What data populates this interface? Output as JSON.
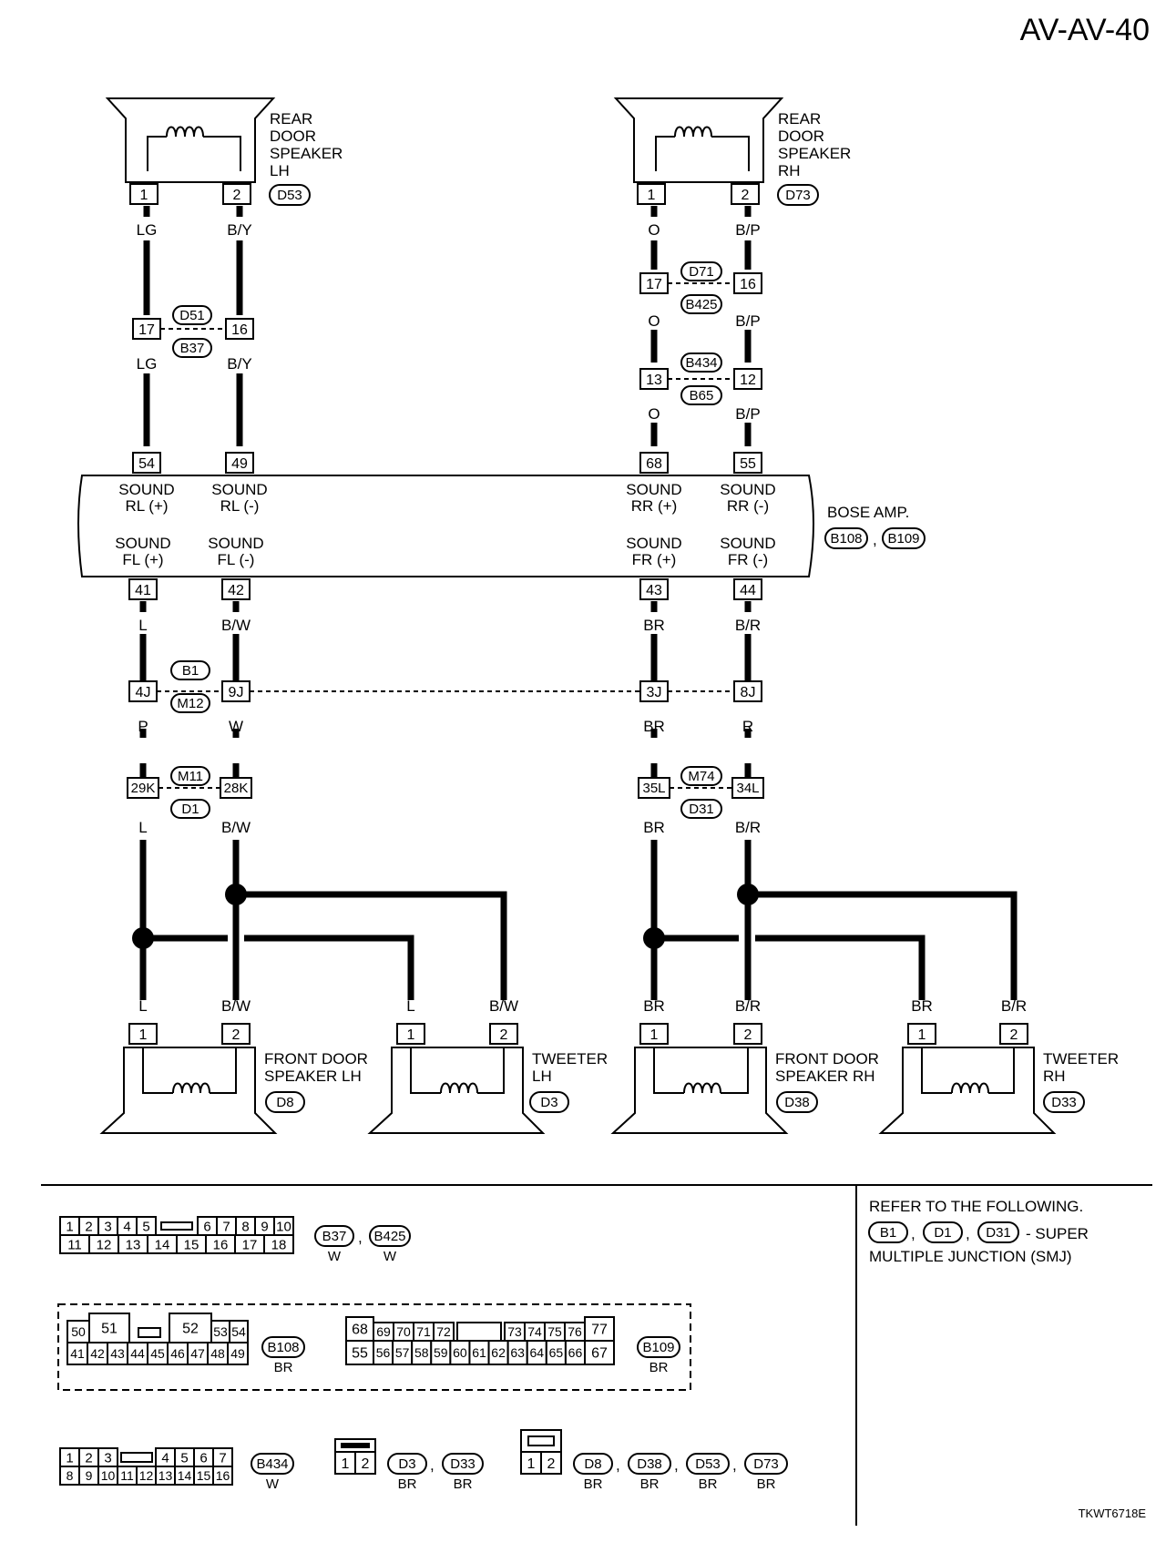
{
  "page_code": "AV-AV-40",
  "figure_code": "TKWT6718E",
  "speakers": {
    "rear_lh": {
      "name": [
        "REAR",
        "DOOR",
        "SPEAKER",
        "LH"
      ],
      "connector": "D53",
      "pins": [
        "1",
        "2"
      ]
    },
    "rear_rh": {
      "name": [
        "REAR",
        "DOOR",
        "SPEAKER",
        "RH"
      ],
      "connector": "D73",
      "pins": [
        "1",
        "2"
      ]
    },
    "front_lh": {
      "name": [
        "FRONT DOOR",
        "SPEAKER LH"
      ],
      "connector": "D8",
      "pins": [
        "1",
        "2"
      ]
    },
    "tweeter_lh": {
      "name": [
        "TWEETER",
        "LH"
      ],
      "connector": "D3",
      "pins": [
        "1",
        "2"
      ]
    },
    "front_rh": {
      "name": [
        "FRONT DOOR",
        "SPEAKER RH"
      ],
      "connector": "D38",
      "pins": [
        "1",
        "2"
      ]
    },
    "tweeter_rh": {
      "name": [
        "TWEETER",
        "RH"
      ],
      "connector": "D33",
      "pins": [
        "1",
        "2"
      ]
    }
  },
  "wire_colors": {
    "lg": "LG",
    "by": "B/Y",
    "o": "O",
    "bp": "B/P",
    "l": "L",
    "bw": "B/W",
    "br": "BR",
    "brr": "B/R",
    "p": "P",
    "w": "W",
    "r": "R"
  },
  "junctions": {
    "d51_b37": {
      "top": "D51",
      "bottom": "B37",
      "pins": [
        "17",
        "16"
      ]
    },
    "d71_b425": {
      "top": "D71",
      "bottom": "B425",
      "pins": [
        "17",
        "16"
      ]
    },
    "b434_b65": {
      "top": "B434",
      "bottom": "B65",
      "pins": [
        "13",
        "12"
      ]
    },
    "b1_m12": {
      "top": "B1",
      "bottom": "M12",
      "pins": [
        "4J",
        "9J",
        "3J",
        "8J"
      ]
    },
    "m11_d1": {
      "top": "M11",
      "bottom": "D1",
      "pins": [
        "29K",
        "28K"
      ]
    },
    "m74_d31": {
      "top": "M74",
      "bottom": "D31",
      "pins": [
        "35L",
        "34L"
      ]
    }
  },
  "amp": {
    "name": "BOSE AMP.",
    "connectors": [
      "B108",
      "B109"
    ],
    "top_pins": [
      "54",
      "49",
      "68",
      "55"
    ],
    "bottom_pins": [
      "41",
      "42",
      "43",
      "44"
    ],
    "top_labels": [
      [
        "SOUND",
        "RL (+)"
      ],
      [
        "SOUND",
        "RL (-)"
      ],
      [
        "SOUND",
        "RR (+)"
      ],
      [
        "SOUND",
        "RR (-)"
      ]
    ],
    "bottom_labels": [
      [
        "SOUND",
        "FL (+)"
      ],
      [
        "SOUND",
        "FL (-)"
      ],
      [
        "SOUND",
        "FR (+)"
      ],
      [
        "SOUND",
        "FR (-)"
      ]
    ]
  },
  "legend": {
    "refer_line1": "REFER TO THE FOLLOWING.",
    "refer_conns": [
      "B1",
      "D1",
      "D31"
    ],
    "refer_suffix": "- SUPER",
    "refer_line3": "MULTIPLE JUNCTION (SMJ)",
    "conn18": {
      "row1": [
        "1",
        "2",
        "3",
        "4",
        "5",
        "6",
        "7",
        "8",
        "9",
        "10"
      ],
      "row2": [
        "11",
        "12",
        "13",
        "14",
        "15",
        "16",
        "17",
        "18"
      ],
      "ids": [
        "B37",
        "B425"
      ],
      "colors": [
        "W",
        "W"
      ]
    },
    "b108": {
      "big": [
        "50",
        "51",
        "52"
      ],
      "top": [
        "53",
        "54"
      ],
      "bottom": [
        "41",
        "42",
        "43",
        "44",
        "45",
        "46",
        "47",
        "48",
        "49"
      ],
      "id": "B108",
      "color": "BR"
    },
    "b109": {
      "big_top": "68",
      "big_bottom": "55",
      "top": [
        "69",
        "70",
        "71",
        "72",
        "73",
        "74",
        "75",
        "76"
      ],
      "bottom": [
        "56",
        "57",
        "58",
        "59",
        "60",
        "61",
        "62",
        "63",
        "64",
        "65",
        "66"
      ],
      "right_top": "77",
      "right_bottom": "67",
      "id": "B109",
      "color": "BR"
    },
    "conn16": {
      "row1": [
        "1",
        "2",
        "3",
        "4",
        "5",
        "6",
        "7"
      ],
      "row2": [
        "8",
        "9",
        "10",
        "11",
        "12",
        "13",
        "14",
        "15",
        "16"
      ],
      "id": "B434",
      "color": "W"
    },
    "conn2a": {
      "pins": [
        "1",
        "2"
      ],
      "ids": [
        "D3",
        "D33"
      ],
      "colors": [
        "BR",
        "BR"
      ]
    },
    "conn2b": {
      "pins": [
        "1",
        "2"
      ],
      "ids": [
        "D8",
        "D38",
        "D53",
        "D73"
      ],
      "colors": [
        "BR",
        "BR",
        "BR",
        "BR"
      ]
    }
  }
}
